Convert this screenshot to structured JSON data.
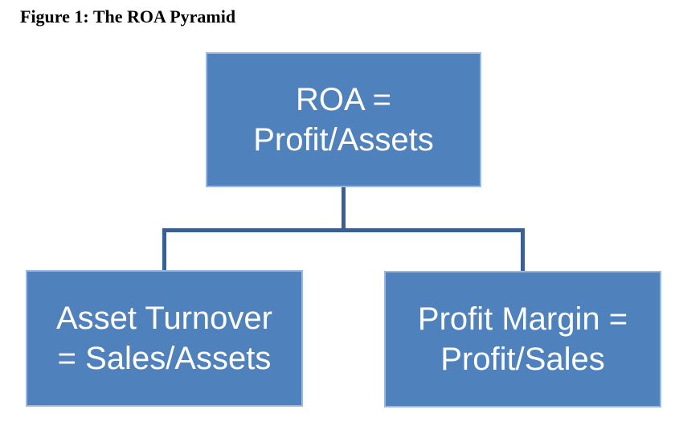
{
  "figure_title": "Figure 1: The ROA Pyramid",
  "diagram": {
    "type": "hierarchy",
    "root": {
      "line1": "ROA =",
      "line2": "Profit/Assets"
    },
    "left_child": {
      "line1": "Asset Turnover",
      "line2": "= Sales/Assets"
    },
    "right_child": {
      "line1": "Profit Margin =",
      "line2": "Profit/Sales"
    }
  },
  "colors": {
    "box_fill": "#4F81BD",
    "box_border": "#9DB8DB",
    "box_text": "#FFFFFF",
    "connector": "#3A6091",
    "title_text": "#000000",
    "background": "#FFFFFF"
  }
}
